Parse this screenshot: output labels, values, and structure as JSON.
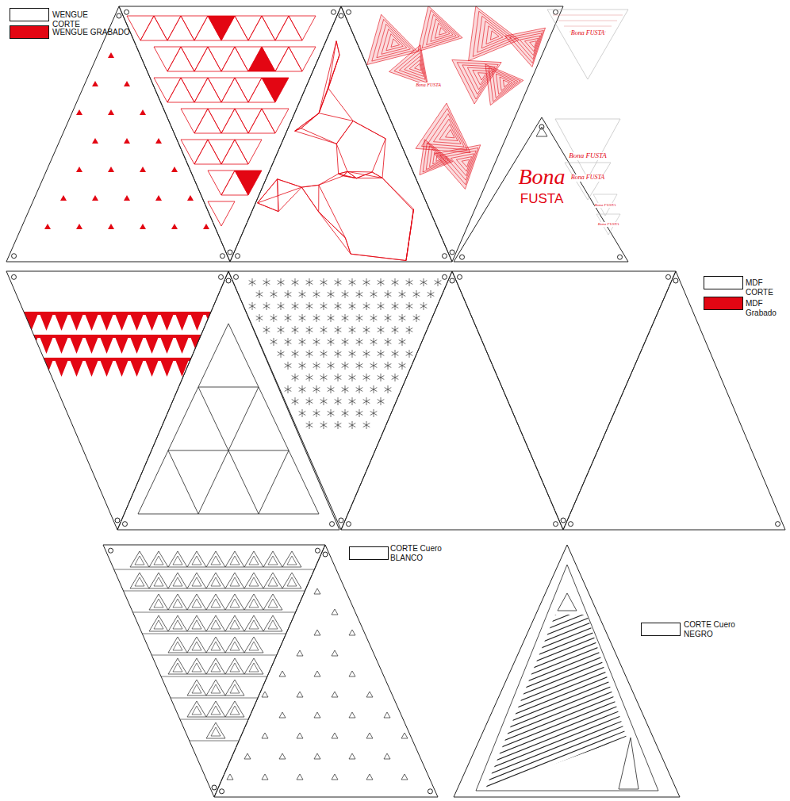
{
  "diagram": {
    "labels": [
      "Bona",
      "FUSTA",
      "Bona FUSTA",
      "Bona FUSTA",
      "Bona FUSTA",
      "Bona FUSTA",
      "Bona FUSTA",
      "Bona FUSTA"
    ],
    "legend": [
      {
        "text": "WENGUE CORTE",
        "color": "#ffffff"
      },
      {
        "text": "WENGUE GRABADO",
        "color": "#e30613"
      },
      {
        "text": "MDF CORTE",
        "color": "#ffffff"
      },
      {
        "text": "MDF Grabado",
        "color": "#e30613"
      },
      {
        "text": "CORTE Cuero BLANCO",
        "color": "#ffffff"
      },
      {
        "text": "CORTE Cuero NEGRO",
        "color": "#ffffff"
      }
    ]
  }
}
